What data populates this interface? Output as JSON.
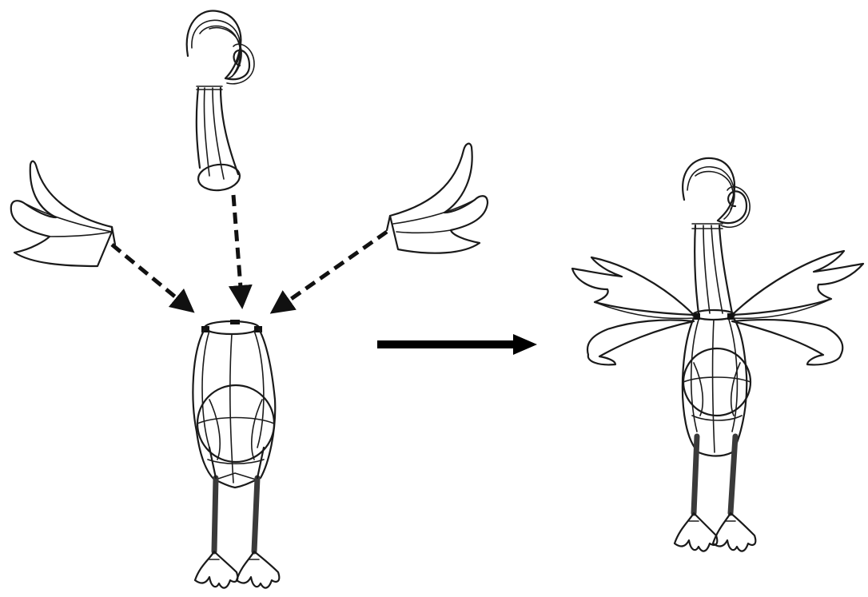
{
  "diagram": {
    "parts": [
      "head-neck",
      "left-wing",
      "right-wing",
      "body-legs"
    ],
    "stroke_color": "#1a1a1a",
    "background": "#ffffff"
  }
}
